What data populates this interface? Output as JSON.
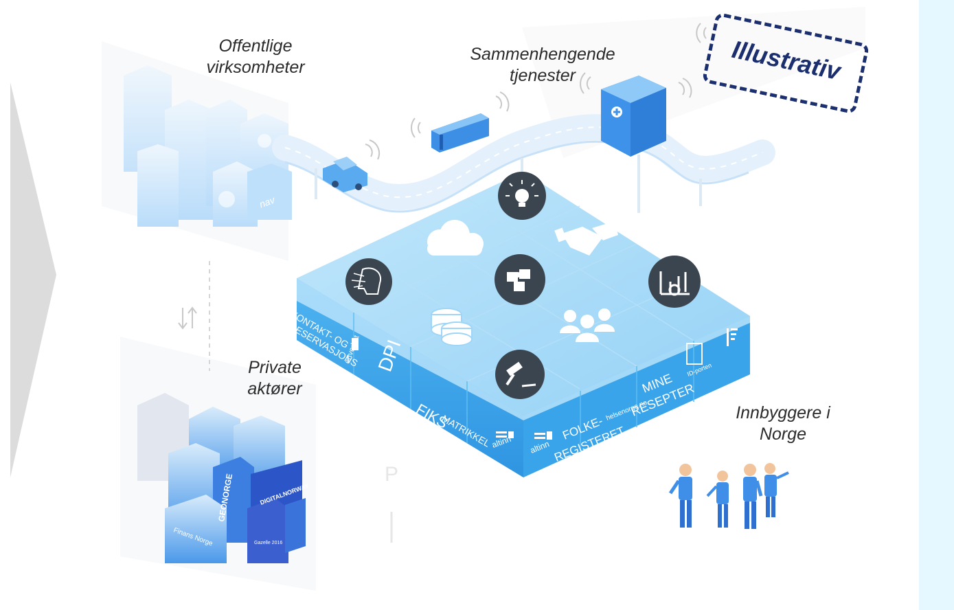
{
  "labels": {
    "public": [
      "Offentlige",
      "virksomheter"
    ],
    "services": [
      "Sammenhengende",
      "tjenester"
    ],
    "private": [
      "Private",
      "aktører"
    ],
    "citizens": [
      "Innbyggere i",
      "Norge"
    ]
  },
  "stamp": {
    "text": "Illustrativ",
    "color": "#1b2f6e"
  },
  "platform": {
    "top_icons": [
      "lightbulb-icon",
      "cloud-icon",
      "handshake-icon",
      "ai-head-icon",
      "puzzle-icon",
      "chart-search-icon",
      "coins-icon",
      "people-icon",
      "gavel-icon"
    ],
    "left_side_texts": {
      "krr_line1": "KONTAKT- OG",
      "krr_line2": "RESERVASJONS",
      "brreg": "ertverket",
      "dpi": "DPI",
      "fiks": "FIKS",
      "matrikkel": "MATRIKKEL",
      "altinn_left": "altinn"
    },
    "right_side_texts": {
      "altinn_right": "altinn",
      "folke_line1": "FOLKE-",
      "folke_line2": "REGISTERET",
      "helsenorge": "helsenorge.no",
      "mine_line1": "MINE",
      "mine_line2": "RESEPTER",
      "idporten": "ID-porten"
    }
  },
  "buildings": {
    "public_signs": [
      "NAV"
    ],
    "private_signs": [
      "GEONORGE",
      "DIGITALNORWAY",
      "Finans Norge",
      "Gazelle 2016"
    ]
  },
  "colors": {
    "platform_top": "#9fd6f7",
    "platform_side": "#3aa4ea",
    "accent_blue": "#2a7fe0",
    "icon_dark": "#3a4550",
    "arrow_gray": "#dcdcdc",
    "right_panel": "#e6f8ff"
  }
}
